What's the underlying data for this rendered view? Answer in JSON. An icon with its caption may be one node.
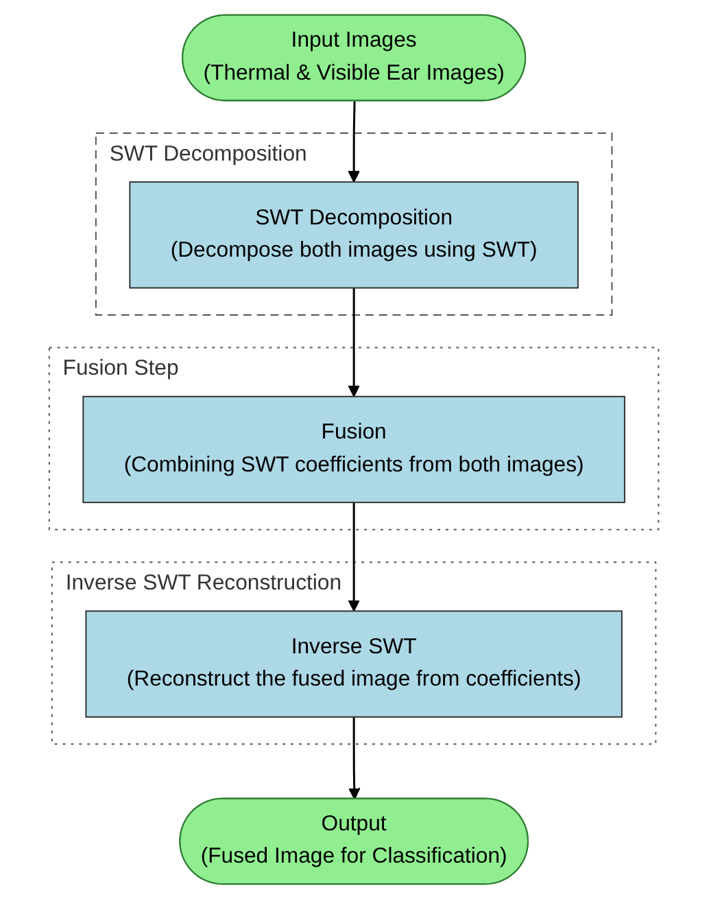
{
  "diagram": {
    "nodes": [
      {
        "text": [
          "Input Images",
          "(Thermal & Visible Ear Images)"
        ]
      },
      {
        "text": [
          "SWT Decomposition"
        ]
      },
      {
        "text": [
          "SWT Decomposition",
          "(Decompose both images using SWT)"
        ],
        "in": 1
      },
      {
        "text": [
          "Fusion Step"
        ]
      },
      {
        "text": [
          "Fusion",
          "(Combining SWT coefficients from both images)"
        ],
        "in": 3
      },
      {
        "text": [
          "Inverse SWT Reconstruction"
        ]
      },
      {
        "text": [
          "Inverse SWT",
          "(Reconstruct the fused image from coefficients)"
        ],
        "in": 5
      },
      {
        "text": [
          "Output",
          "(Fused Image for Classification)"
        ]
      }
    ],
    "edges": [
      {
        "from": 0,
        "to": 2,
        "arrow": "to"
      },
      {
        "from": 2,
        "to": 4,
        "arrow": "to"
      },
      {
        "from": 4,
        "to": 6,
        "arrow": "to"
      },
      {
        "from": 6,
        "to": 7,
        "arrow": "to"
      }
    ]
  }
}
